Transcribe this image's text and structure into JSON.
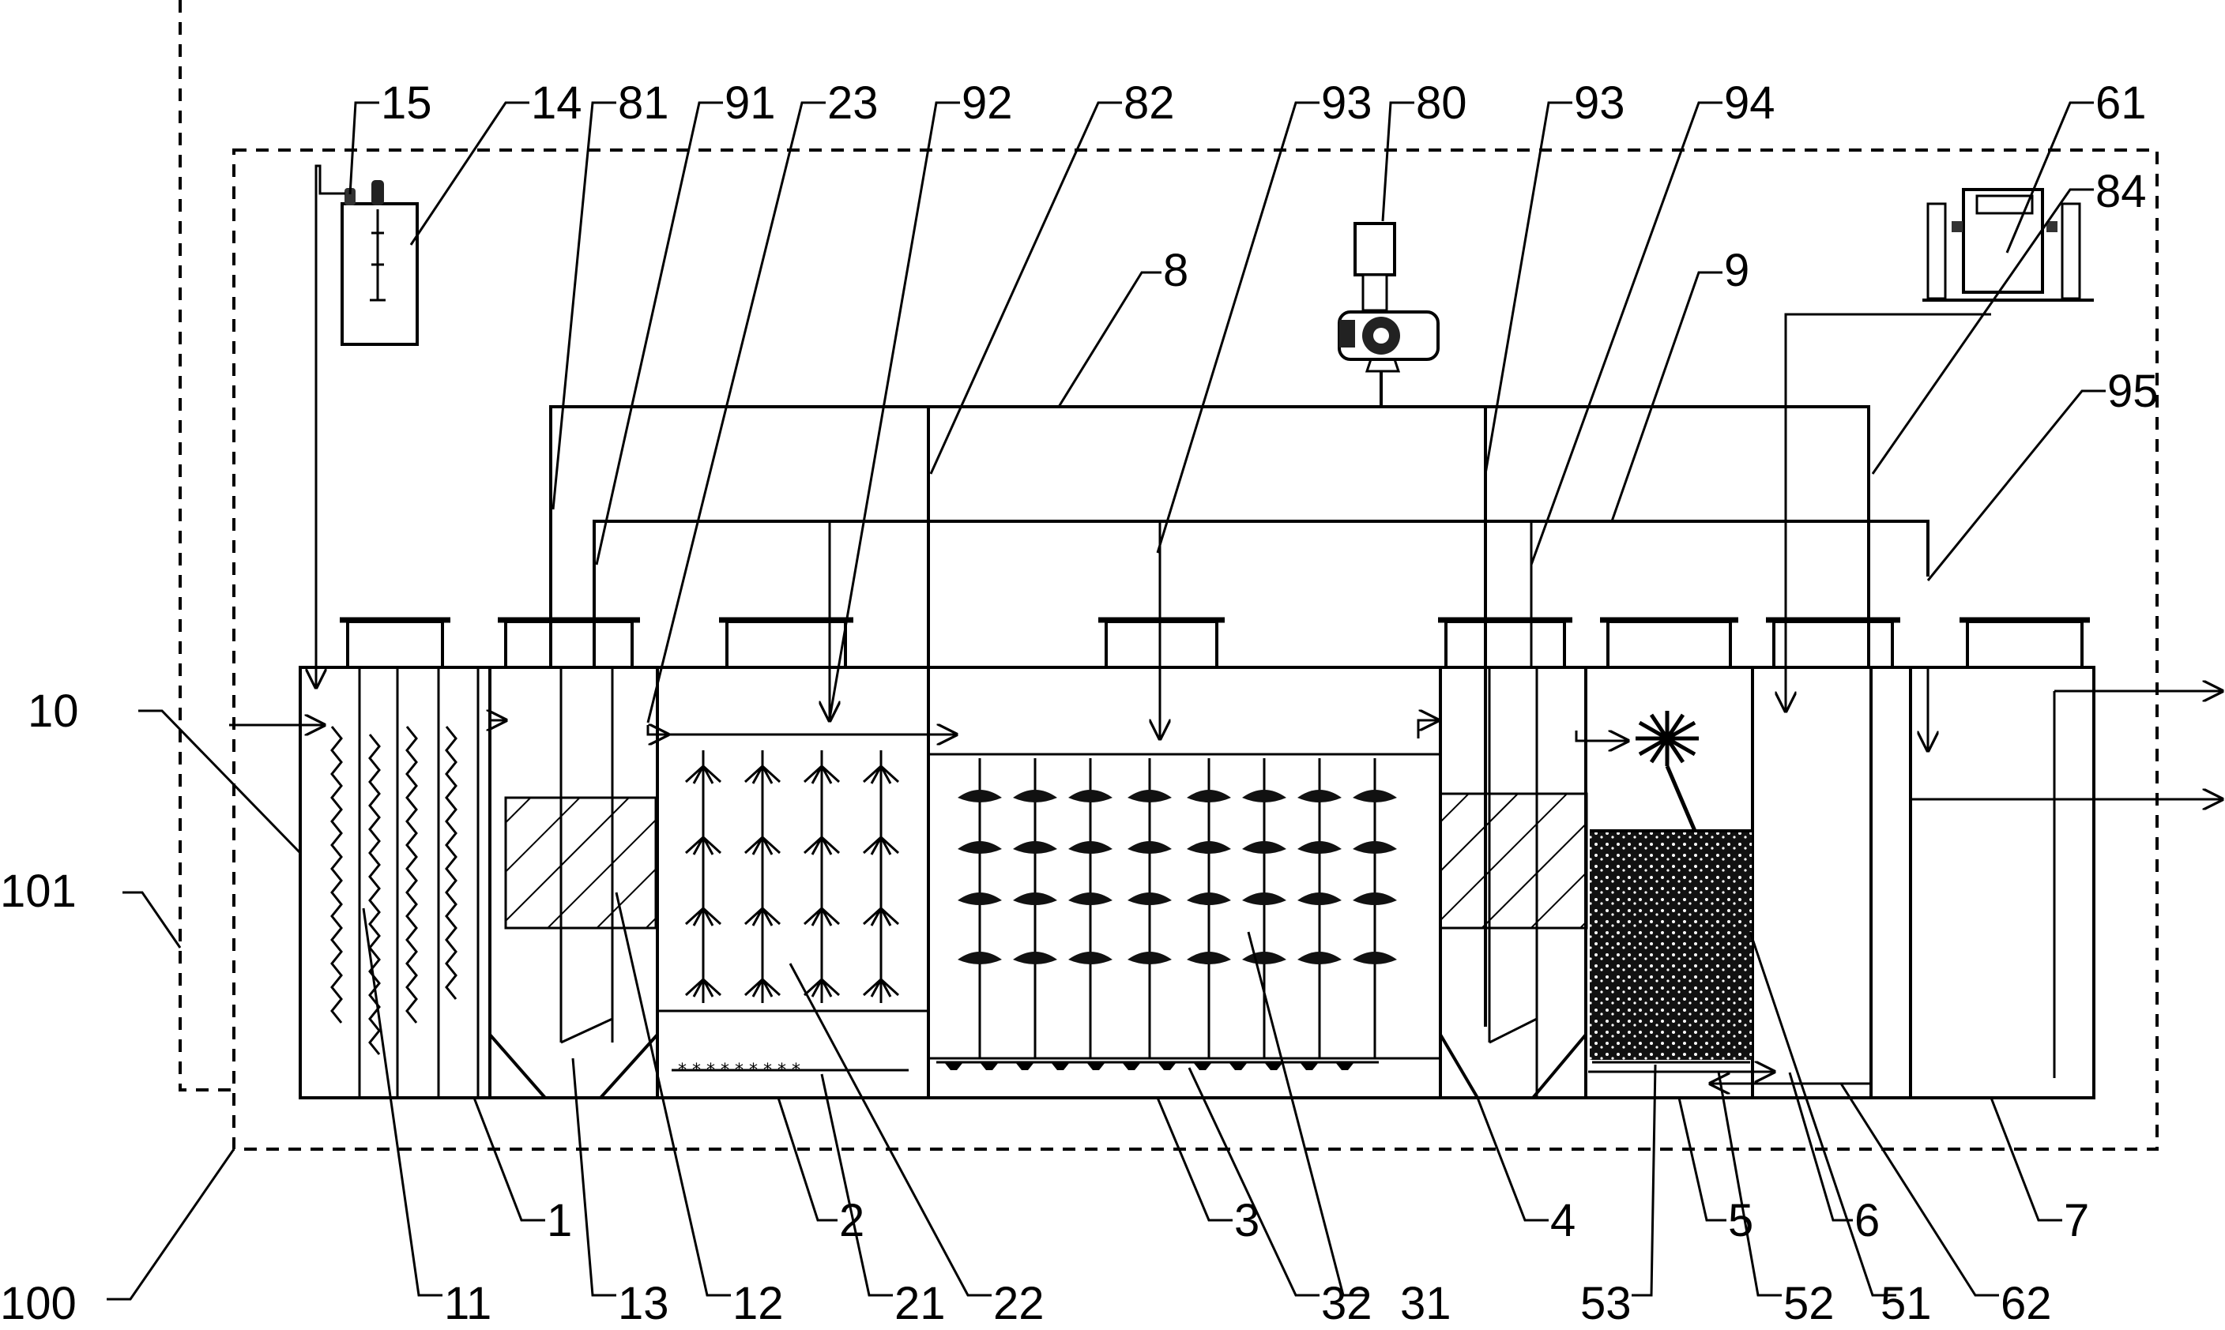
{
  "figure": {
    "labels": {
      "l15": "15",
      "l14": "14",
      "l81": "81",
      "l91": "91",
      "l23": "23",
      "l92": "92",
      "l82": "82",
      "l93a": "93",
      "l80": "80",
      "l93b": "93",
      "l94": "94",
      "l61": "61",
      "l84": "84",
      "l8": "8",
      "l9": "9",
      "l95": "95",
      "l10": "10",
      "l101": "101",
      "l100": "100",
      "l1": "1",
      "l11": "11",
      "l13": "13",
      "l12": "12",
      "l2": "2",
      "l21": "21",
      "l22": "22",
      "l3": "3",
      "l32": "32",
      "l31": "31",
      "l4": "4",
      "l53": "53",
      "l5": "5",
      "l52": "52",
      "l51": "51",
      "l6": "6",
      "l62": "62",
      "l7": "7"
    }
  }
}
